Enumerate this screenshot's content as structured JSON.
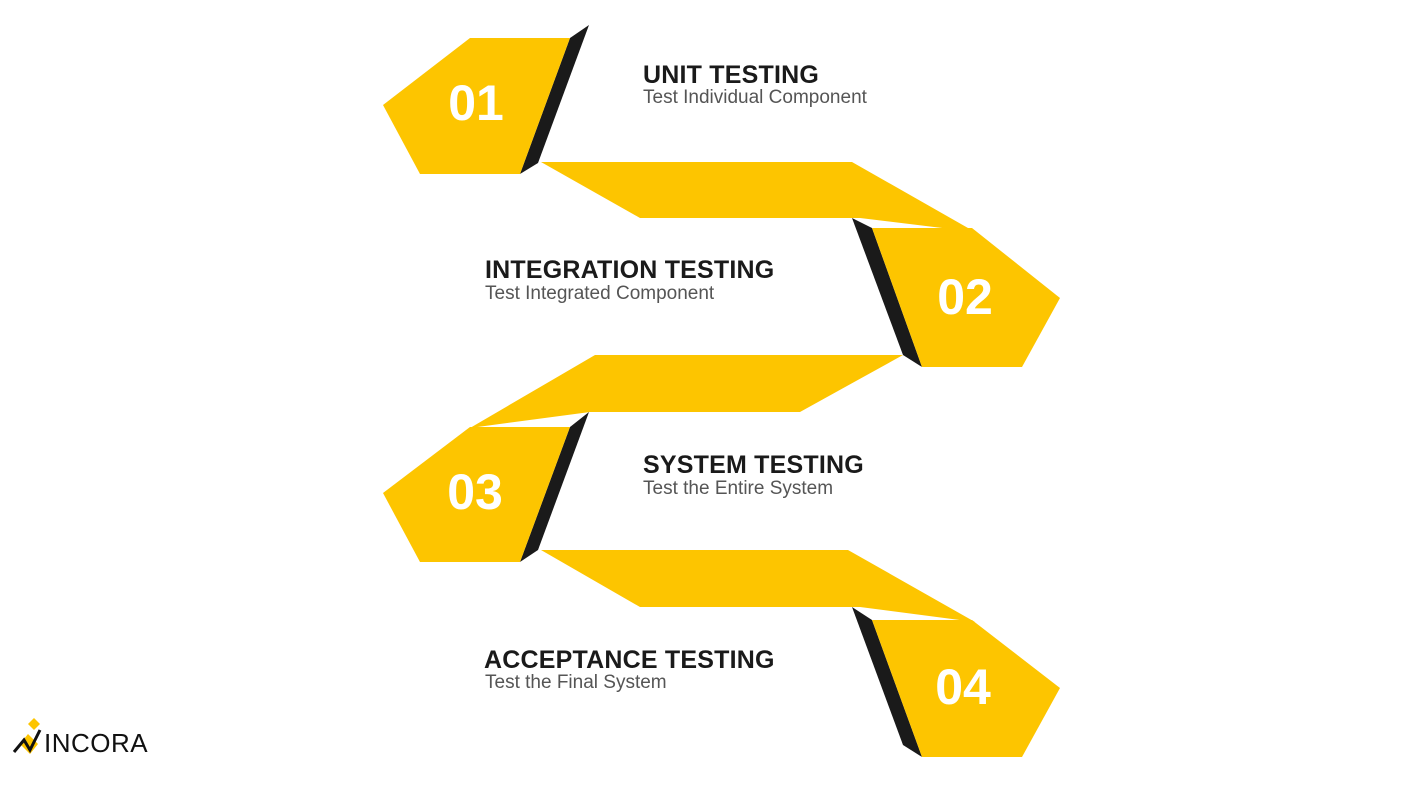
{
  "colors": {
    "accent": "#FDC500",
    "shadow": "#1a1a1a",
    "number": "#ffffff"
  },
  "steps": [
    {
      "number": "01",
      "title": "UNIT TESTING",
      "description": "Test Individual Component"
    },
    {
      "number": "02",
      "title": "INTEGRATION TESTING",
      "description": "Test Integrated Component"
    },
    {
      "number": "03",
      "title": "SYSTEM TESTING",
      "description": "Test the Entire System"
    },
    {
      "number": "04",
      "title": "ACCEPTANCE TESTING",
      "description": "Test the Final System"
    }
  ],
  "logo": {
    "text": "INCORA"
  }
}
